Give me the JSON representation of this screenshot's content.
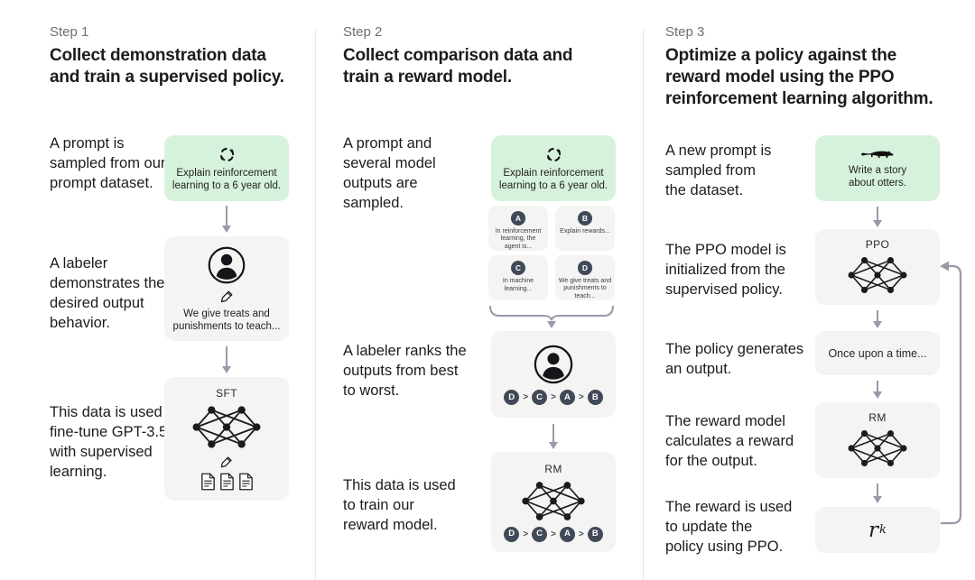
{
  "ui": {
    "colors": {
      "bg": "#ffffff",
      "green": "#d7f2dc",
      "gray_box": "#f4f4f2",
      "badge": "#414958",
      "arrow": "#9a98a9",
      "step": "#6e6e73",
      "ink": "#1c1c20",
      "divider": "#e7e7e7"
    }
  },
  "columns": [
    {
      "step_label": "Step 1",
      "title": "Collect demonstration data\nand train a supervised policy.",
      "captions": [
        "A prompt is\nsampled from our\nprompt dataset.",
        "A labeler\ndemonstrates the\ndesired output\nbehavior.",
        "This data is used to\nfine-tune GPT-3.5\nwith supervised\nlearning."
      ],
      "prompt_box": {
        "icon": "sample-cycle-icon",
        "text": "Explain reinforcement\nlearning to a 6 year old."
      },
      "labeler_box": {
        "icons": [
          "person-icon",
          "pencil-icon"
        ],
        "text": "We give treats and\npunishments to teach..."
      },
      "model_box": {
        "label": "SFT",
        "icons": [
          "network-icon",
          "pencil-icon",
          "documents-icon"
        ]
      }
    },
    {
      "step_label": "Step 2",
      "title": "Collect comparison data and\ntrain a reward model.",
      "captions": [
        "A prompt and\nseveral model\noutputs are\nsampled.",
        "A labeler ranks the\noutputs from best\nto worst.",
        "This data is used\nto train our\nreward model."
      ],
      "prompt_box": {
        "icon": "sample-cycle-icon",
        "text": "Explain reinforcement\nlearning to a 6 year old."
      },
      "outputs": [
        {
          "badge": "A",
          "text": "In reinforcement\nlearning, the\nagent is..."
        },
        {
          "badge": "B",
          "text": "Explain rewards..."
        },
        {
          "badge": "C",
          "text": "In machine\nlearning..."
        },
        {
          "badge": "D",
          "text": "We give treats and\npunishments to\nteach..."
        }
      ],
      "ranking": {
        "order": [
          "D",
          "C",
          "A",
          "B"
        ],
        "separator": ">"
      },
      "model_box": {
        "label": "RM",
        "icons": [
          "network-icon"
        ]
      }
    },
    {
      "step_label": "Step 3",
      "title": "Optimize a policy against the\nreward model using the PPO\nreinforcement learning algorithm.",
      "captions": [
        "A new prompt is\nsampled from\nthe dataset.",
        "The PPO model is\ninitialized from the\nsupervised policy.",
        "The policy generates\nan output.",
        "The reward model\ncalculates a reward\nfor the output.",
        "The reward is used\nto update the\npolicy using PPO."
      ],
      "prompt_box": {
        "icon": "otter-icon",
        "text": "Write a story\nabout otters."
      },
      "ppo_box": {
        "label": "PPO",
        "icons": [
          "network-icon"
        ]
      },
      "output_box": {
        "text": "Once upon a time..."
      },
      "rm_box": {
        "label": "RM",
        "icons": [
          "network-icon"
        ]
      },
      "reward_box": {
        "base": "r",
        "subscript": "k"
      }
    }
  ]
}
